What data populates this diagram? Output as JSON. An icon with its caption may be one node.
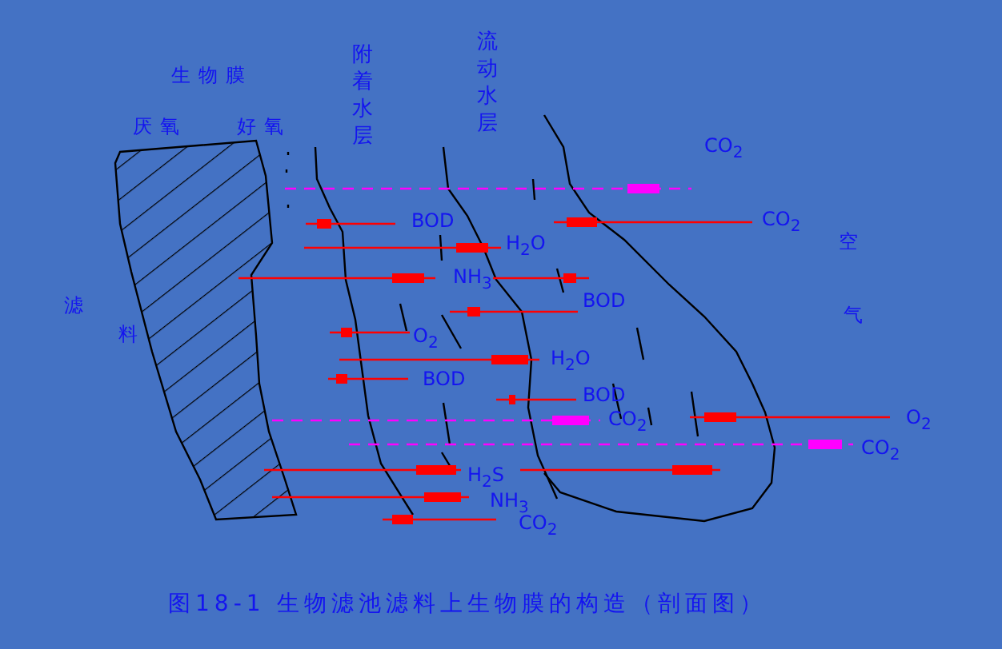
{
  "diagram": {
    "caption": "图18-1 生物滤池滤料上生物膜的构造（剖面图）",
    "labels": [
      "附着水层",
      "流动水层",
      "生物膜",
      "厌氧",
      "好氧",
      "CO$_{2}$",
      "BOD",
      "CO$_{2}$",
      "H$_{2}$O",
      "空",
      "NH$_{3}$",
      "滤",
      "BOD",
      "气",
      "料",
      "O$_{2}$",
      "H$_{2}$O",
      "BOD",
      "BOD",
      "CO$_{2}$",
      "O$_{2}$",
      "CO$_{2}$",
      "H$_{2}$S",
      "NH$_{3}$",
      "CO$_{2}$"
    ]
  }
}
